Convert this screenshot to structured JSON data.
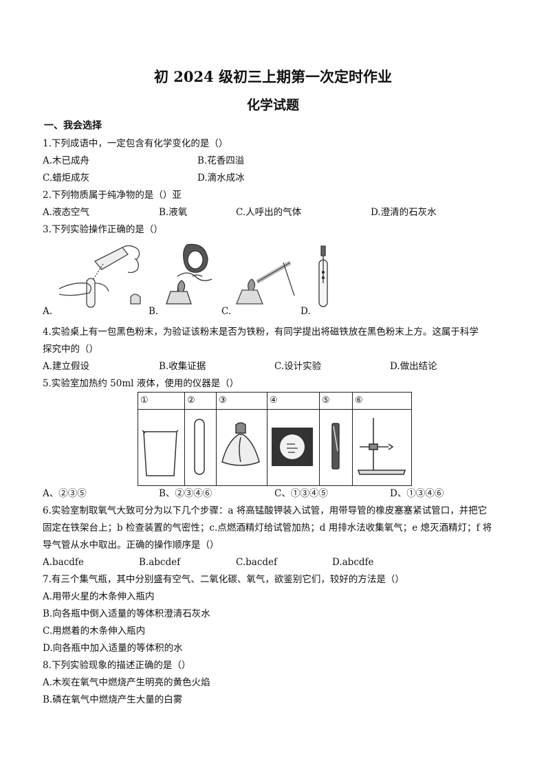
{
  "header": {
    "title": "初 2024 级初三上期第一次定时作业",
    "subtitle": "化学试题"
  },
  "section1": {
    "heading": "一、我会选择"
  },
  "questions": {
    "q1": {
      "stem": "1.下列成语中，一定包含有化学变化的是（）",
      "A": "A.木已成舟",
      "B": "B.花香四溢",
      "C": "C.蜡炬成灰",
      "D": "D.滴水成冰"
    },
    "q2": {
      "stem": "2.下列物质属于纯净物的是（）亚",
      "A": "A.液态空气",
      "B": "B.液氧",
      "C": "C.人呼出的气体",
      "D": "D.澄清的石灰水"
    },
    "q3": {
      "stem": "3.下列实验操作正确的是（）",
      "A": "A.",
      "B": "B.",
      "C": "C.",
      "D": "D."
    },
    "q4": {
      "stem1": "4.实验桌上有一包黑色粉末，为验证该粉末是否为铁粉，有同学提出将磁铁放在黑色粉末上方。这属于科学",
      "stem2": "探究中的（）",
      "A": "A.建立假设",
      "B": "B.收集证据",
      "C": "C.设计实验",
      "D": "D.做出结论"
    },
    "q5": {
      "stem": "5.实验室加热约 50ml 液体，使用的仪器是（）",
      "table_headers": [
        "①",
        "②",
        "③",
        "④",
        "⑤",
        "⑥"
      ],
      "A": "A、②③⑤",
      "B": "B、②③④⑥",
      "C": "C、①③④⑤",
      "D": "D、①③④⑥"
    },
    "q6": {
      "stem1": "6.实验室制取氧气大致可分为以下几个步骤：a 将高锰酸钾装入试管，用带导管的橡皮塞塞紧试管口，并把它",
      "stem2": "固定在铁架台上；b 检查装置的气密性；c.点燃酒精灯给试管加热；d 用排水法收集氧气；e 熄灭酒精灯；f 将",
      "stem3": "导气管从水中取出。正确的操作顺序是（）",
      "A": "A.bacdfe",
      "B": "B.abcdef",
      "C": "C.bacdef",
      "D": "D.abcdfe"
    },
    "q7": {
      "stem": "7.有三个集气瓶，其中分别盛有空气、二氧化碳、氧气，欲鉴别它们，较好的方法是（）",
      "A": "A.用带火星的木条伸入瓶内",
      "B": "B.向各瓶中倒入适量的等体积澄清石灰水",
      "C": "C.用燃着的木条伸入瓶内",
      "D": "D.向各瓶中加入适量的等体积的水"
    },
    "q8": {
      "stem": "8.下列实验现象的描述正确的是（）",
      "A": "A.木炭在氧气中燃烧产生明亮的黄色火焰",
      "B": "B.磷在氧气中燃烧产生大量的白雾"
    }
  }
}
